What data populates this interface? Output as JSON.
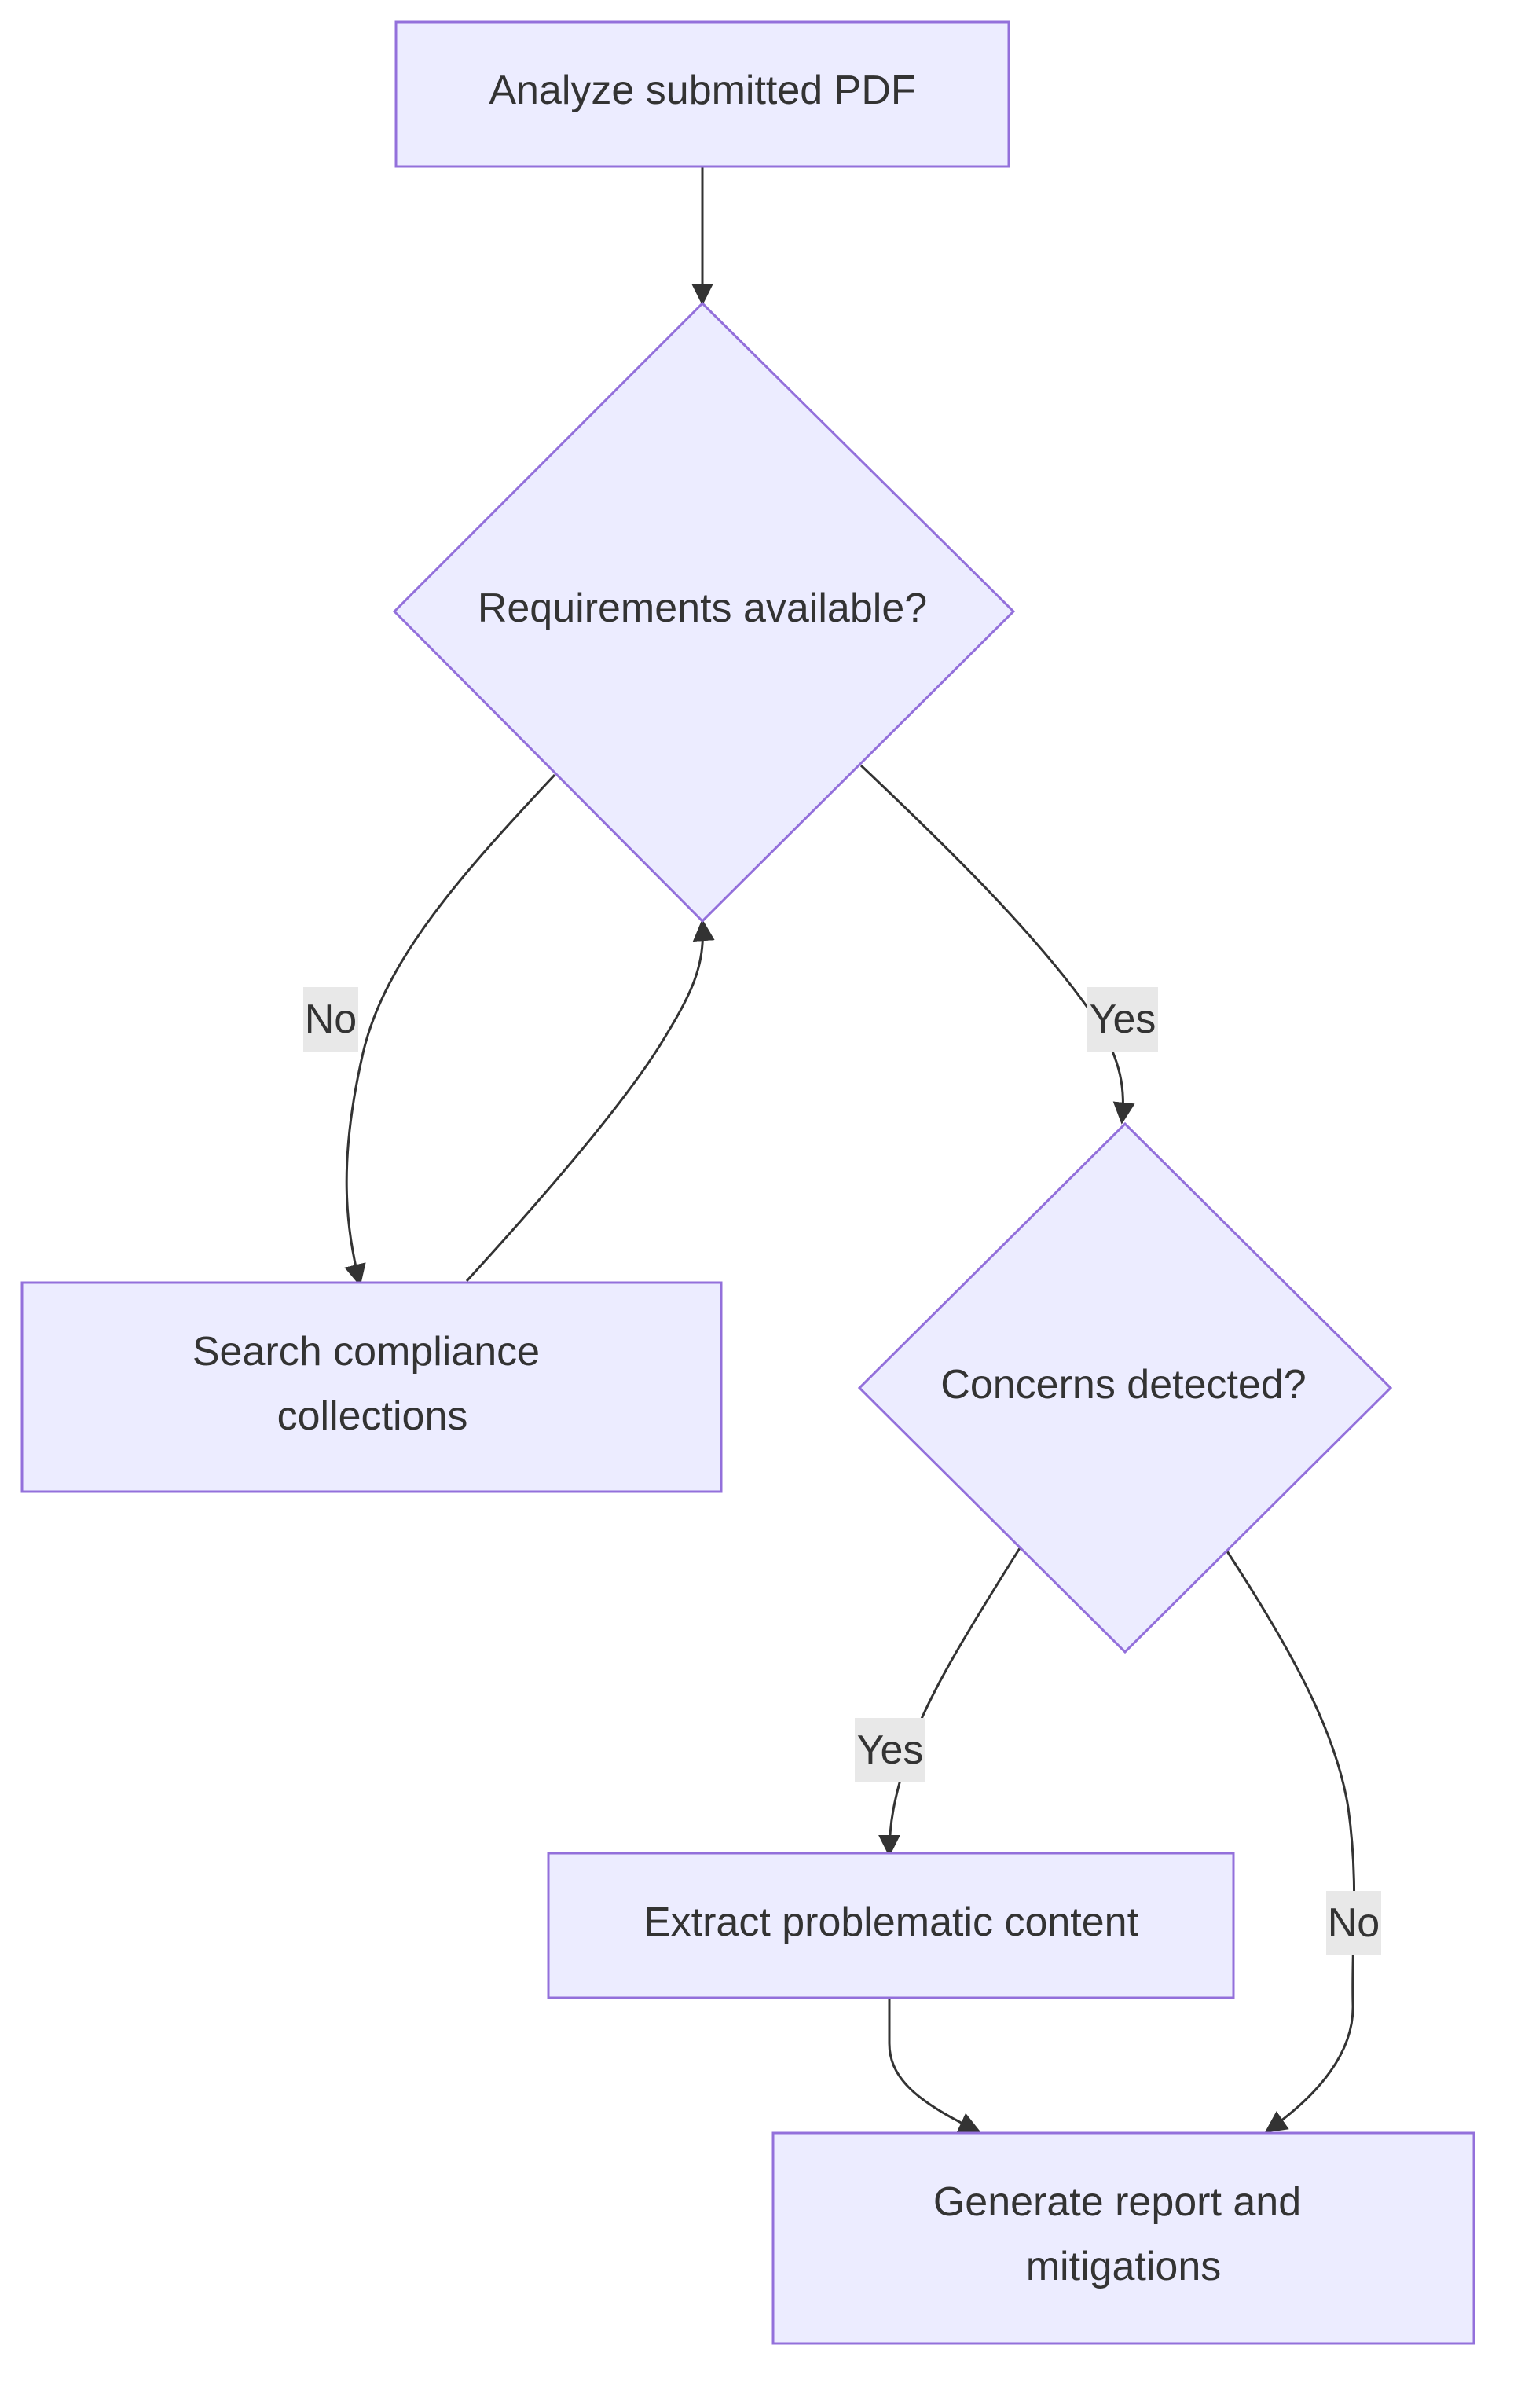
{
  "colors": {
    "node_fill": "#ececff",
    "node_stroke": "#9370db",
    "edge": "#333333",
    "label_background": "#e8e8e8",
    "text": "#333333"
  },
  "nodes": {
    "analyze": {
      "line1": "Analyze submitted PDF"
    },
    "requirements": {
      "line1": "Requirements available?"
    },
    "search": {
      "line1": "Search compliance",
      "line2": "collections"
    },
    "concerns": {
      "line1": "Concerns detected?"
    },
    "extract": {
      "line1": "Extract problematic content"
    },
    "report": {
      "line1": "Generate report and",
      "line2": "mitigations"
    }
  },
  "edges": {
    "requirements_no": "No",
    "requirements_yes": "Yes",
    "concerns_yes": "Yes",
    "concerns_no": "No"
  }
}
